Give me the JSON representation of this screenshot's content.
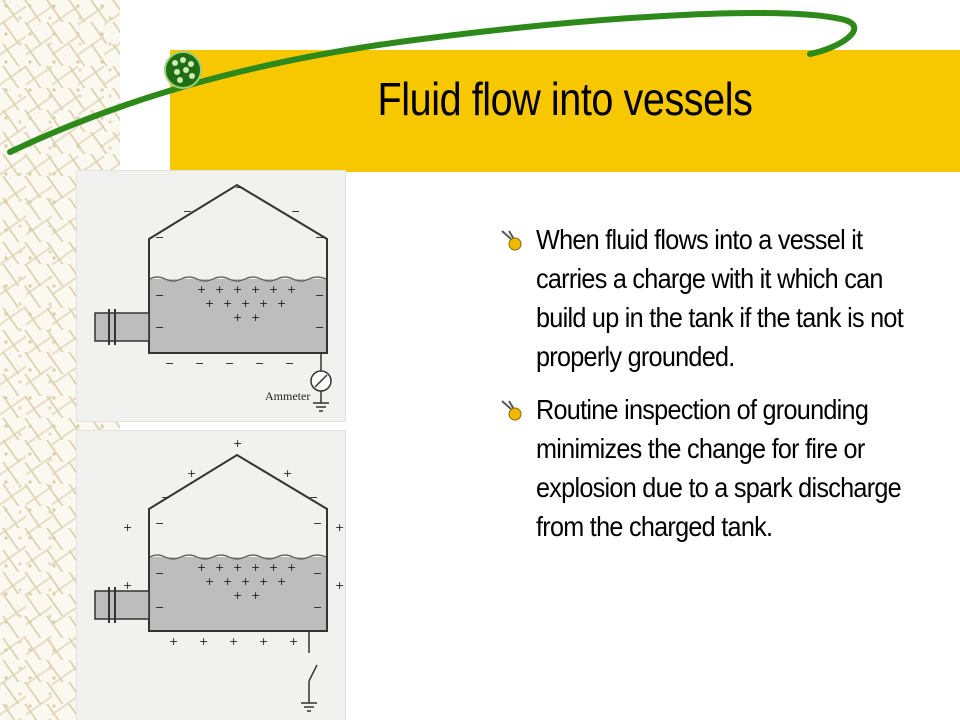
{
  "slide": {
    "title": "Fluid flow into vessels",
    "bullets": [
      {
        "text": "When fluid flows into a vessel it carries a charge with it which can build up in the tank if the tank is not properly grounded."
      },
      {
        "text": "Routine inspection of grounding minimizes the change for fire or explosion due to a spark discharge from the charged tank."
      }
    ],
    "figure_top": {
      "meter_label": "Ammeter"
    }
  },
  "colors": {
    "title_band": "#f7c800",
    "swoosh": "#2d8a1a",
    "bullet_icon": "#f0b800",
    "text": "#000000",
    "figure_bg": "#f1f1ef"
  },
  "icons": {
    "logo": "green-dotted-orb-icon",
    "bullet": "dumbbell-figure-icon"
  }
}
